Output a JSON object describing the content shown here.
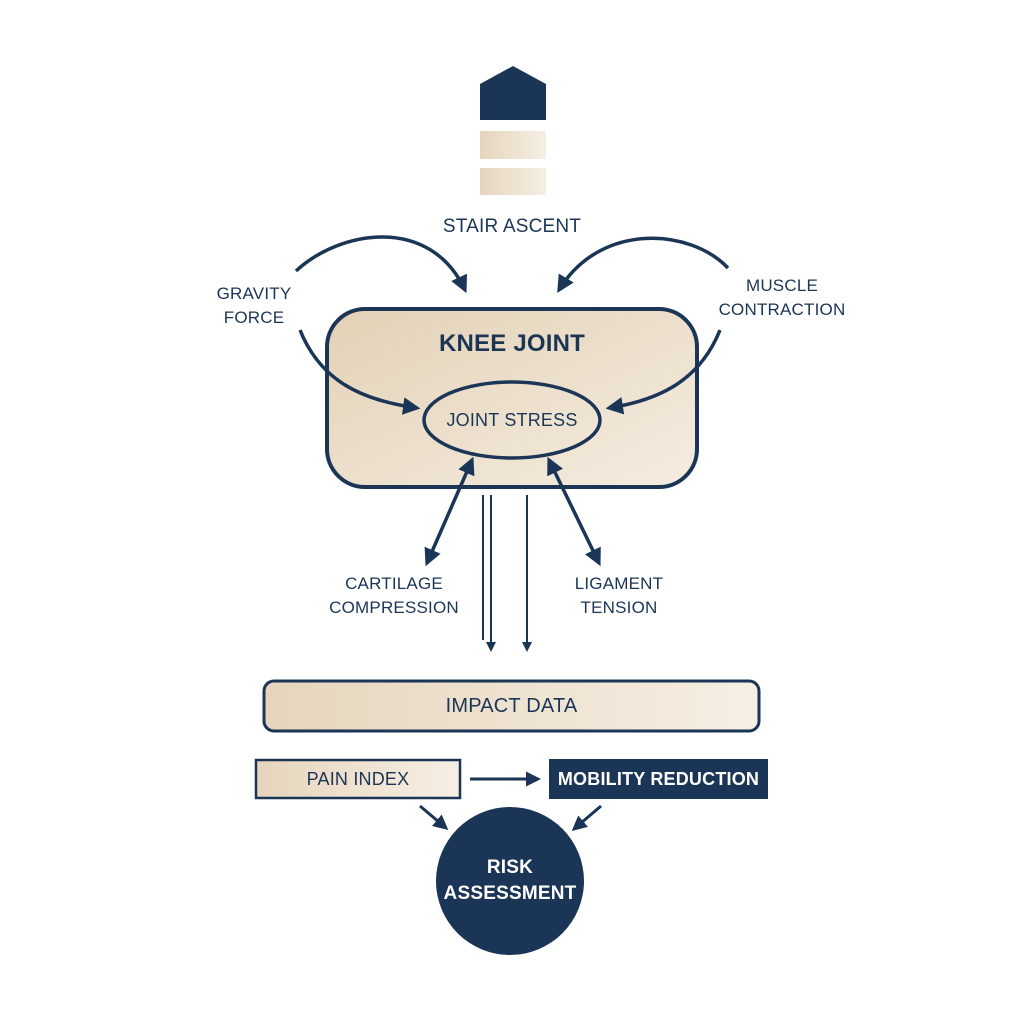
{
  "diagram": {
    "stair": {
      "label": "STAIR ASCENT",
      "icon": "stair-step-icon"
    },
    "gravity": {
      "line1": "GRAVITY",
      "line2": "FORCE"
    },
    "muscle": {
      "line1": "MUSCLE",
      "line2": "CONTRACTION"
    },
    "knee": {
      "title": "KNEE JOINT",
      "inner": "JOINT STRESS"
    },
    "cartilage": {
      "line1": "CARTILAGE",
      "line2": "COMPRESSION"
    },
    "ligament": {
      "line1": "LIGAMENT",
      "line2": "TENSION"
    },
    "impact": "IMPACT DATA",
    "pain": "PAIN INDEX",
    "mobility": "MOBILITY REDUCTION",
    "risk": {
      "line1": "RISK",
      "line2": "ASSESSMENT"
    }
  },
  "colors": {
    "navy": "#1b3556",
    "beige": "#e6d5bc",
    "beige_light": "#f6efe4",
    "background": "#ffffff"
  }
}
